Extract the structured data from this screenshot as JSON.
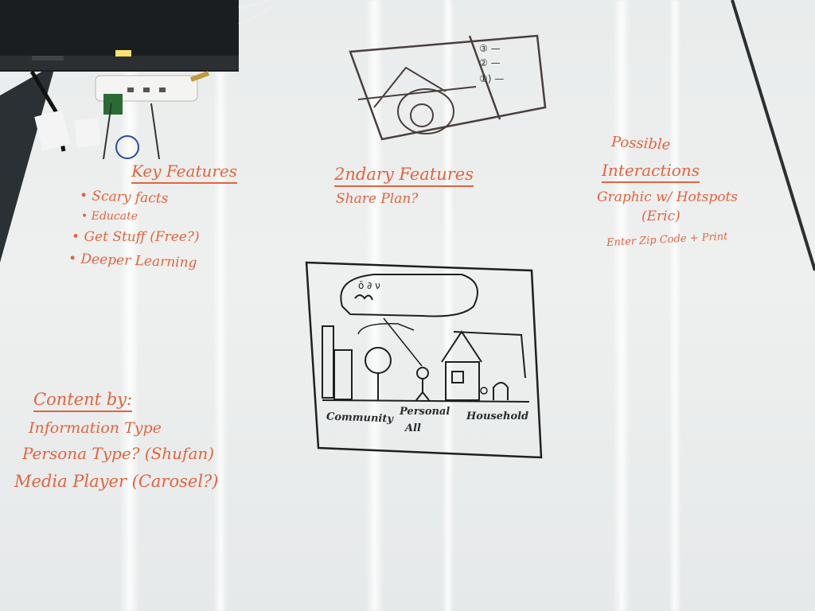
{
  "colors": {
    "marker_orange": "#e2643e",
    "marker_black": "#2b2b2b",
    "board": "#eceeed"
  },
  "key_features": {
    "heading": "Key Features",
    "items": [
      "Scary facts",
      "Educate",
      "Get Stuff (Free?)",
      "Deeper Learning"
    ]
  },
  "secondary_features": {
    "heading": "2ndary Features",
    "items": [
      "Share Plan?"
    ]
  },
  "possible_interactions": {
    "heading_line1": "Possible",
    "heading_line2": "Interactions",
    "items": [
      "Graphic w/ Hotspots",
      "(Eric)",
      "Enter Zip Code + Print"
    ]
  },
  "content_by": {
    "heading": "Content by:",
    "items": [
      "Information Type",
      "Persona Type? (Shufan)",
      "Media Player (Carosel?)"
    ]
  },
  "main_sketch": {
    "labels": [
      "Community",
      "Personal",
      "Household"
    ],
    "sublabel": "All"
  }
}
